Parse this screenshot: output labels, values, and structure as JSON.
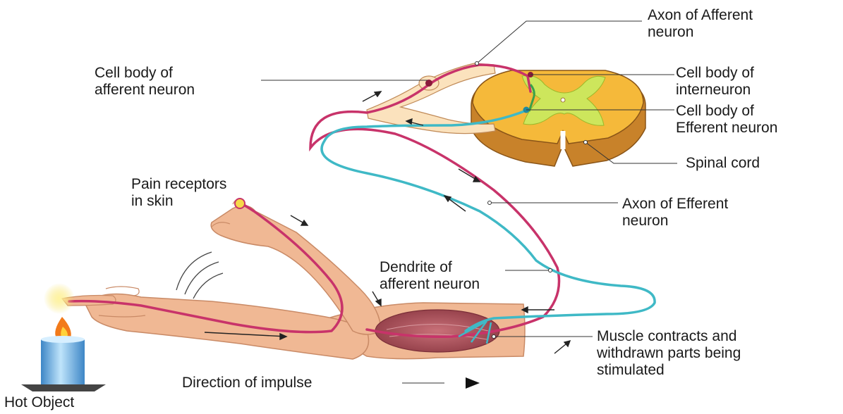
{
  "labels": {
    "axon_afferent": [
      "Axon of Afferent",
      "neuron"
    ],
    "cell_body_afferent": [
      "Cell body of",
      "afferent neuron"
    ],
    "cell_body_interneuron": [
      "Cell body of",
      "interneuron"
    ],
    "cell_body_efferent": [
      "Cell body of",
      "Efferent neuron"
    ],
    "spinal_cord": "Spinal cord",
    "pain_receptors": [
      "Pain receptors",
      "in skin"
    ],
    "axon_efferent": [
      "Axon of Efferent",
      "neuron"
    ],
    "dendrite_afferent": [
      "Dendrite of",
      "afferent neuron"
    ],
    "muscle": [
      "Muscle contracts and",
      "withdrawn parts being",
      "stimulated"
    ],
    "direction": "Direction of impulse",
    "hot_object": "Hot Object"
  },
  "colors": {
    "afferent_nerve": "#c8336a",
    "efferent_nerve": "#3fb9c6",
    "skin": "#f0b894",
    "skin_outline": "#c98a66",
    "spinal_outer": "#f3b52a",
    "spinal_grey_matter": "#c8e45a",
    "muscle": "#b85a64",
    "candle_body": "#5fa8dd",
    "flame": "#f27a1a"
  }
}
